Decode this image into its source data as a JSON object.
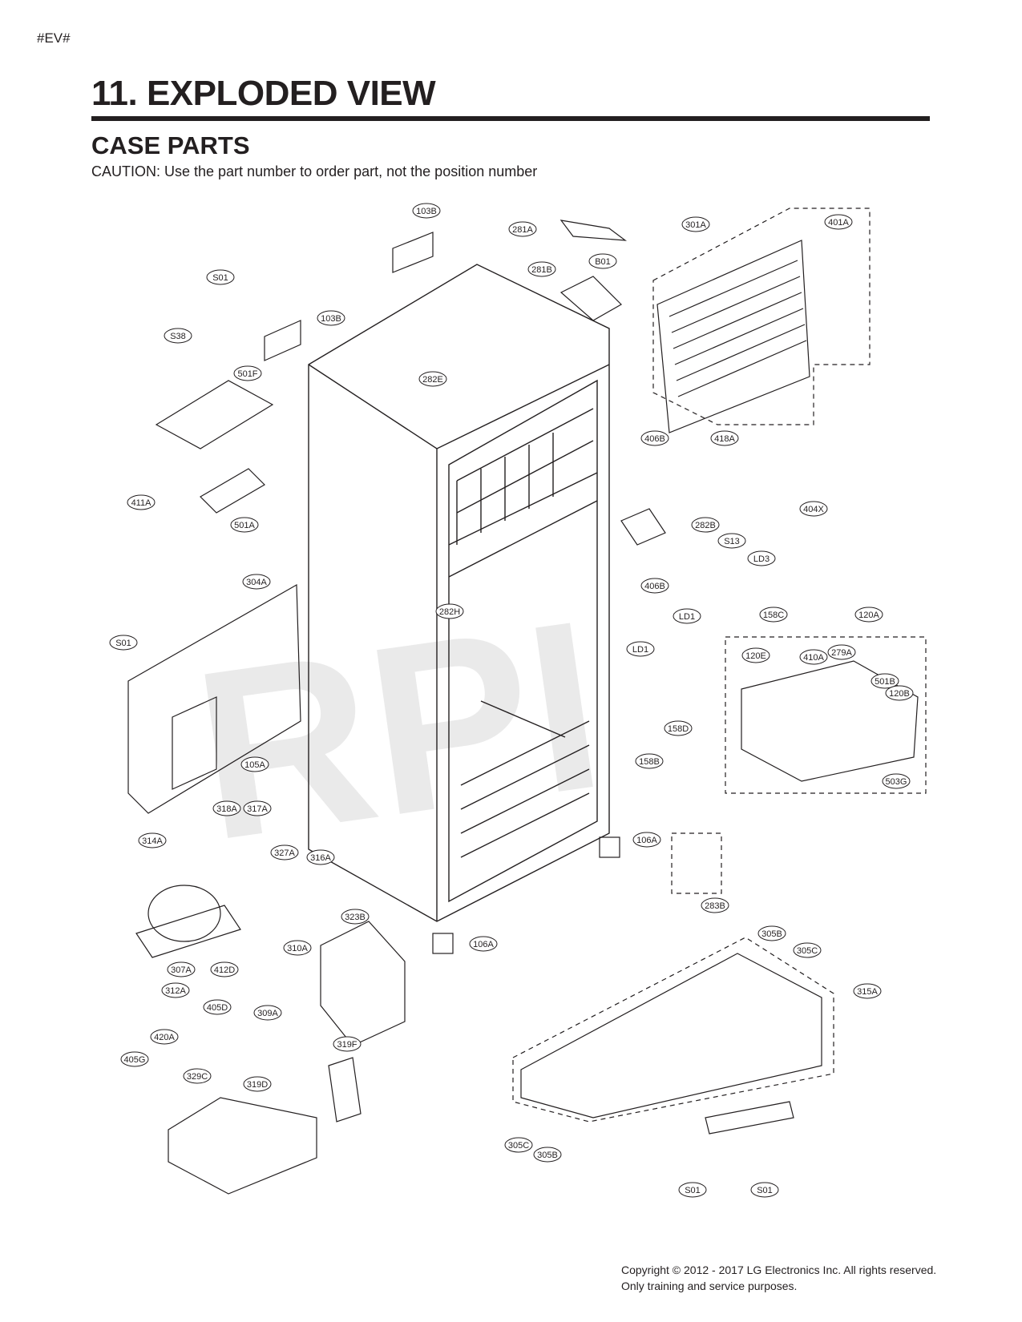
{
  "doc": {
    "tag": "#EV#",
    "title": "11. EXPLODED VIEW",
    "subtitle": "CASE PARTS",
    "caution": "CAUTION: Use the part number to order part, not the position number",
    "watermark": "RPI",
    "copyright_line1": "Copyright © 2012 - 2017 LG Electronics Inc. All rights reserved.",
    "copyright_line2": "Only training and service purposes."
  },
  "callouts": [
    "103B",
    "281A",
    "301A",
    "401A",
    "B01",
    "281B",
    "S01",
    "103B",
    "S38",
    "501F",
    "282E",
    "406B",
    "418A",
    "501A",
    "411A",
    "282B",
    "S13",
    "404X",
    "LD3",
    "406B",
    "304A",
    "282H",
    "158C",
    "LD1",
    "120A",
    "S01",
    "LD1",
    "120E",
    "410A",
    "279A",
    "501B",
    "120B",
    "158D",
    "158B",
    "105A",
    "503G",
    "318A",
    "317A",
    "106A",
    "314A",
    "327A",
    "316A",
    "283B",
    "323B",
    "106A",
    "307A",
    "412D",
    "310A",
    "305B",
    "305C",
    "312A",
    "309A",
    "315A",
    "405D",
    "420A",
    "319F",
    "405G",
    "329C",
    "319D",
    "305C",
    "305B",
    "S01",
    "S01"
  ]
}
